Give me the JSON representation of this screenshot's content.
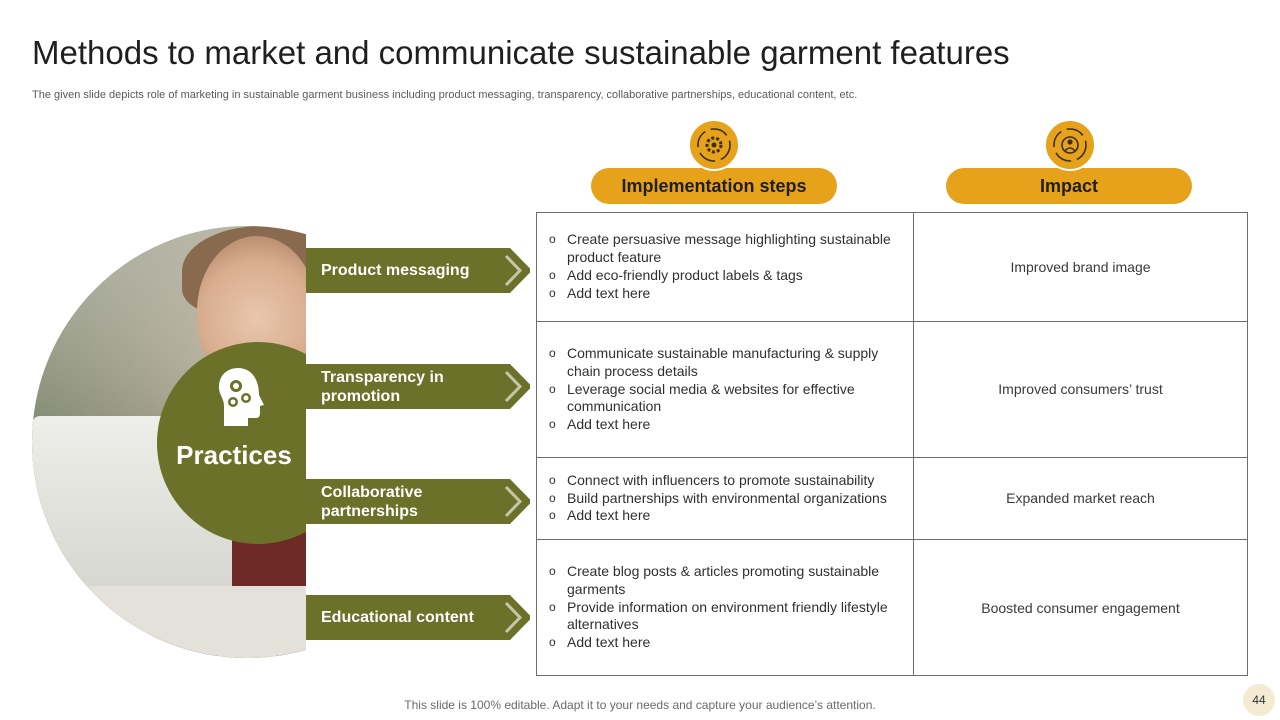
{
  "title": "Methods to market and communicate sustainable garment features",
  "subtitle": "The given slide depicts role of marketing in sustainable garment business including product messaging, transparency, collaborative partnerships, educational content, etc.",
  "center_label": "Practices",
  "columns": {
    "steps_header": "Implementation steps",
    "impact_header": "Impact"
  },
  "practices": [
    {
      "label": "Product messaging",
      "steps": [
        "Create persuasive message highlighting sustainable product feature",
        "Add eco-friendly product labels & tags",
        "Add text here"
      ],
      "impact": "Improved brand image"
    },
    {
      "label": "Transparency in promotion",
      "steps": [
        "Communicate sustainable manufacturing & supply chain process details",
        "Leverage social media & websites for effective communication",
        "Add text here"
      ],
      "impact": "Improved consumers’ trust"
    },
    {
      "label": "Collaborative partnerships",
      "steps": [
        "Connect with influencers to promote sustainability",
        "Build partnerships with environmental organizations",
        "Add text here"
      ],
      "impact": "Expanded market reach"
    },
    {
      "label": "Educational content",
      "steps": [
        "Create blog posts & articles promoting sustainable garments",
        "Provide information on environment friendly lifestyle alternatives",
        "Add text here"
      ],
      "impact": "Boosted consumer engagement"
    }
  ],
  "footer": "This slide is 100% editable. Adapt it to your needs and capture your audience’s attention.",
  "page_number": "44",
  "colors": {
    "olive": "#6b7128",
    "gold": "#e5a21a"
  },
  "icons": {
    "center": "head-gears-icon",
    "steps": "gear-cycle-icon",
    "impact": "target-cycle-icon"
  }
}
